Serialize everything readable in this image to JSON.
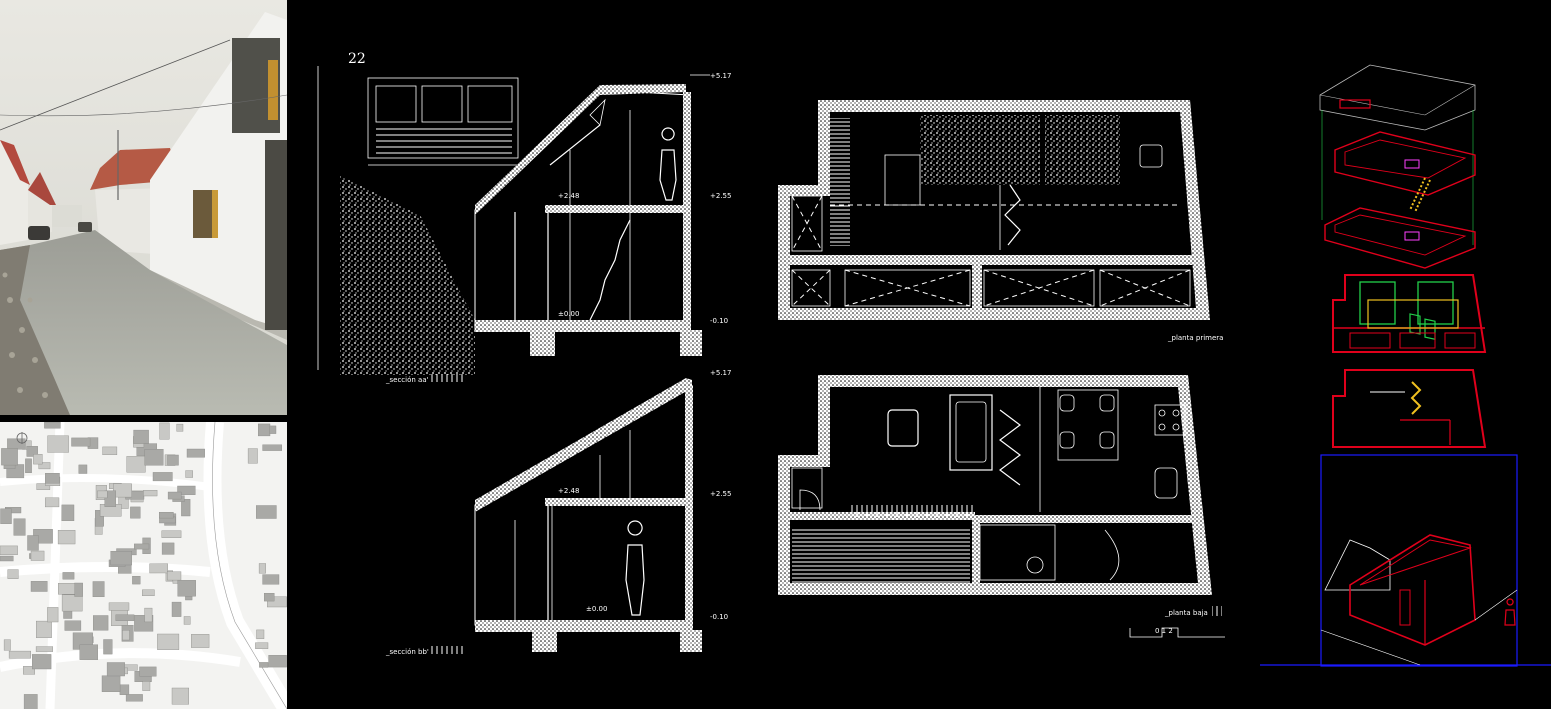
{
  "sheet": {
    "sheet_number": "22",
    "levels": {
      "top": "+5.17",
      "mid_right": "+2.55",
      "mid_left": "+2.48",
      "floor": "±0.00",
      "ground": "-0.10"
    },
    "labels": {
      "section_a": "_sección aa'",
      "section_b": "_sección bb'",
      "plan_upper": "_planta primera",
      "plan_ground": "_planta baja",
      "scale": "0   1   2"
    }
  },
  "colors": {
    "background": "#000000",
    "linework": "#ffffff",
    "axon_red": "#e0001b",
    "axon_green": "#22d04a",
    "axon_yellow": "#f0c020",
    "axon_magenta": "#ff40ff",
    "frame_blue": "#1a1aff"
  }
}
